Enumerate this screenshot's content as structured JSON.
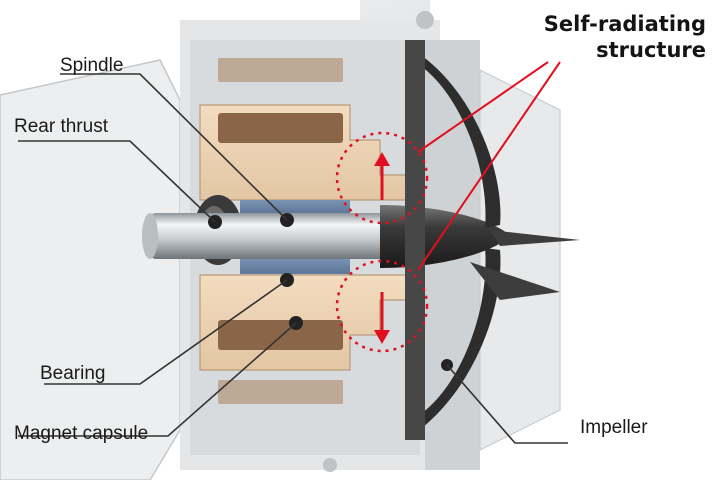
{
  "callout": {
    "title_line1": "Self-radiating",
    "title_line2": "structure"
  },
  "labels": {
    "spindle": "Spindle",
    "rear_thrust": "Rear thrust",
    "bearing": "Bearing",
    "magnet_capsule": "Magnet capsule",
    "impeller": "Impeller"
  },
  "colors": {
    "accent": "#e01020",
    "leader_line": "#333333",
    "copper": "#a87a5a"
  }
}
